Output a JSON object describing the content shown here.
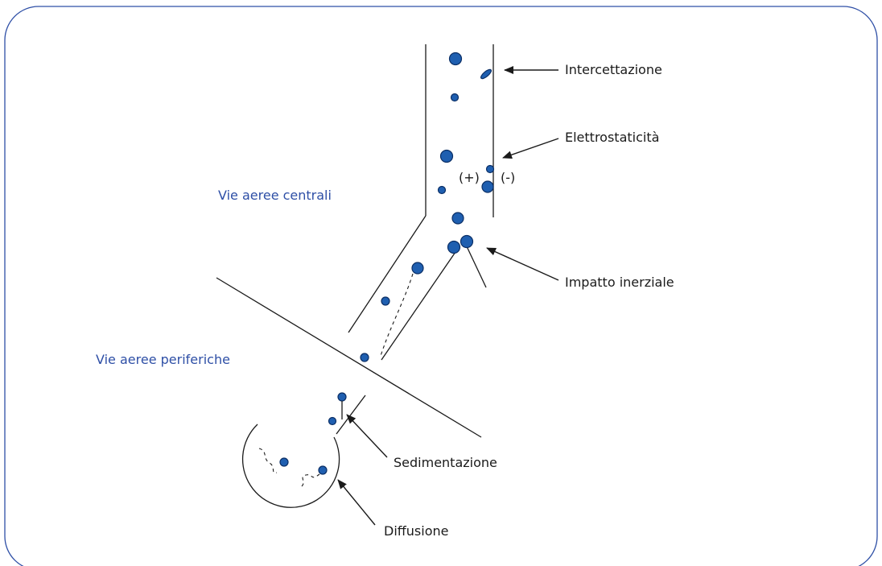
{
  "colors": {
    "frame": "#2e4fa6",
    "particle": "#1f5fb0",
    "region_text": "#2e4fa6",
    "line": "#1a1a1a"
  },
  "regions": {
    "central": "Vie aeree centrali",
    "peripheral": "Vie aeree periferiche"
  },
  "mechanisms": {
    "interception": "Intercettazione",
    "electrostatic": "Elettrostaticità",
    "inertial_impact": "Impatto inerziale",
    "sedimentation": "Sedimentazione",
    "diffusion": "Diffusione"
  },
  "charges": {
    "positive": "(+)",
    "negative": "(-)"
  }
}
